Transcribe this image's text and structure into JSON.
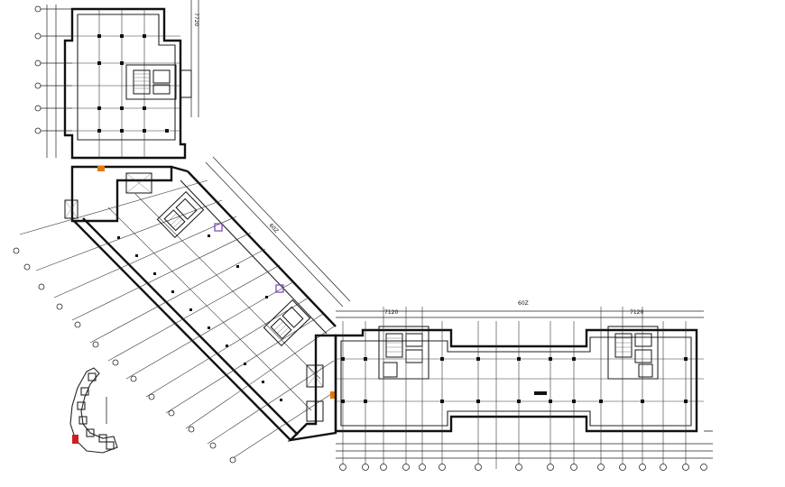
{
  "labels": {
    "north_dim": "7720",
    "diagonal_dim": "60Z",
    "east_dim": "60Z",
    "core1_dim": "7120",
    "core2_dim": "7120"
  },
  "colors": {
    "line": "#111111",
    "accent_orange": "#e07a10",
    "accent_purple": "#7a3cc0",
    "accent_red": "#cc1f1f"
  }
}
